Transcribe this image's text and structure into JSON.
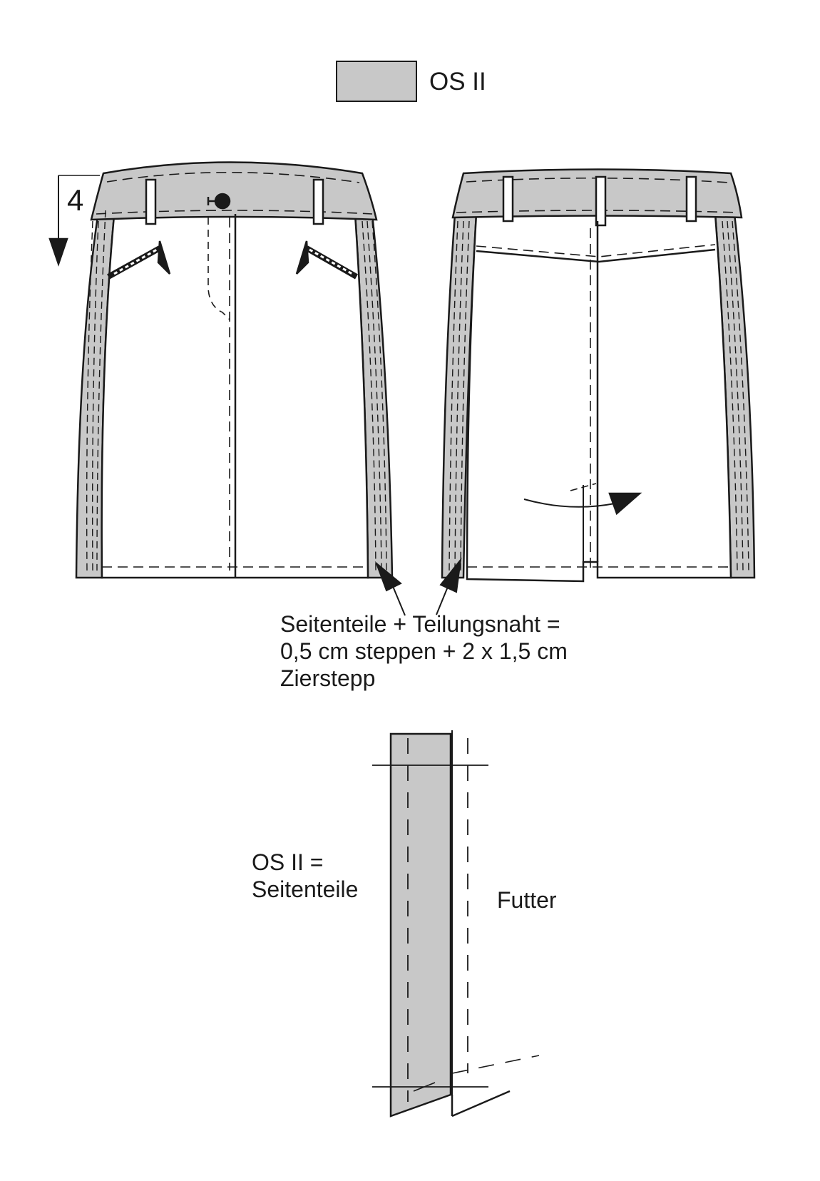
{
  "legend": {
    "swatch_color": "#c8c8c8",
    "label": "OS II"
  },
  "front_view": {
    "waist_measure": "4"
  },
  "note": {
    "line1": "Seitenteile + Teilungsnaht =",
    "line2": "0,5 cm steppen + 2 x 1,5 cm",
    "line3": "Zierstepp"
  },
  "detail": {
    "os_label_line1": "OS II =",
    "os_label_line2": "Seitenteile",
    "lining_label": "Futter"
  },
  "colors": {
    "line": "#1a1a1a",
    "fill_gray": "#c8c8c8",
    "background": "#ffffff"
  }
}
